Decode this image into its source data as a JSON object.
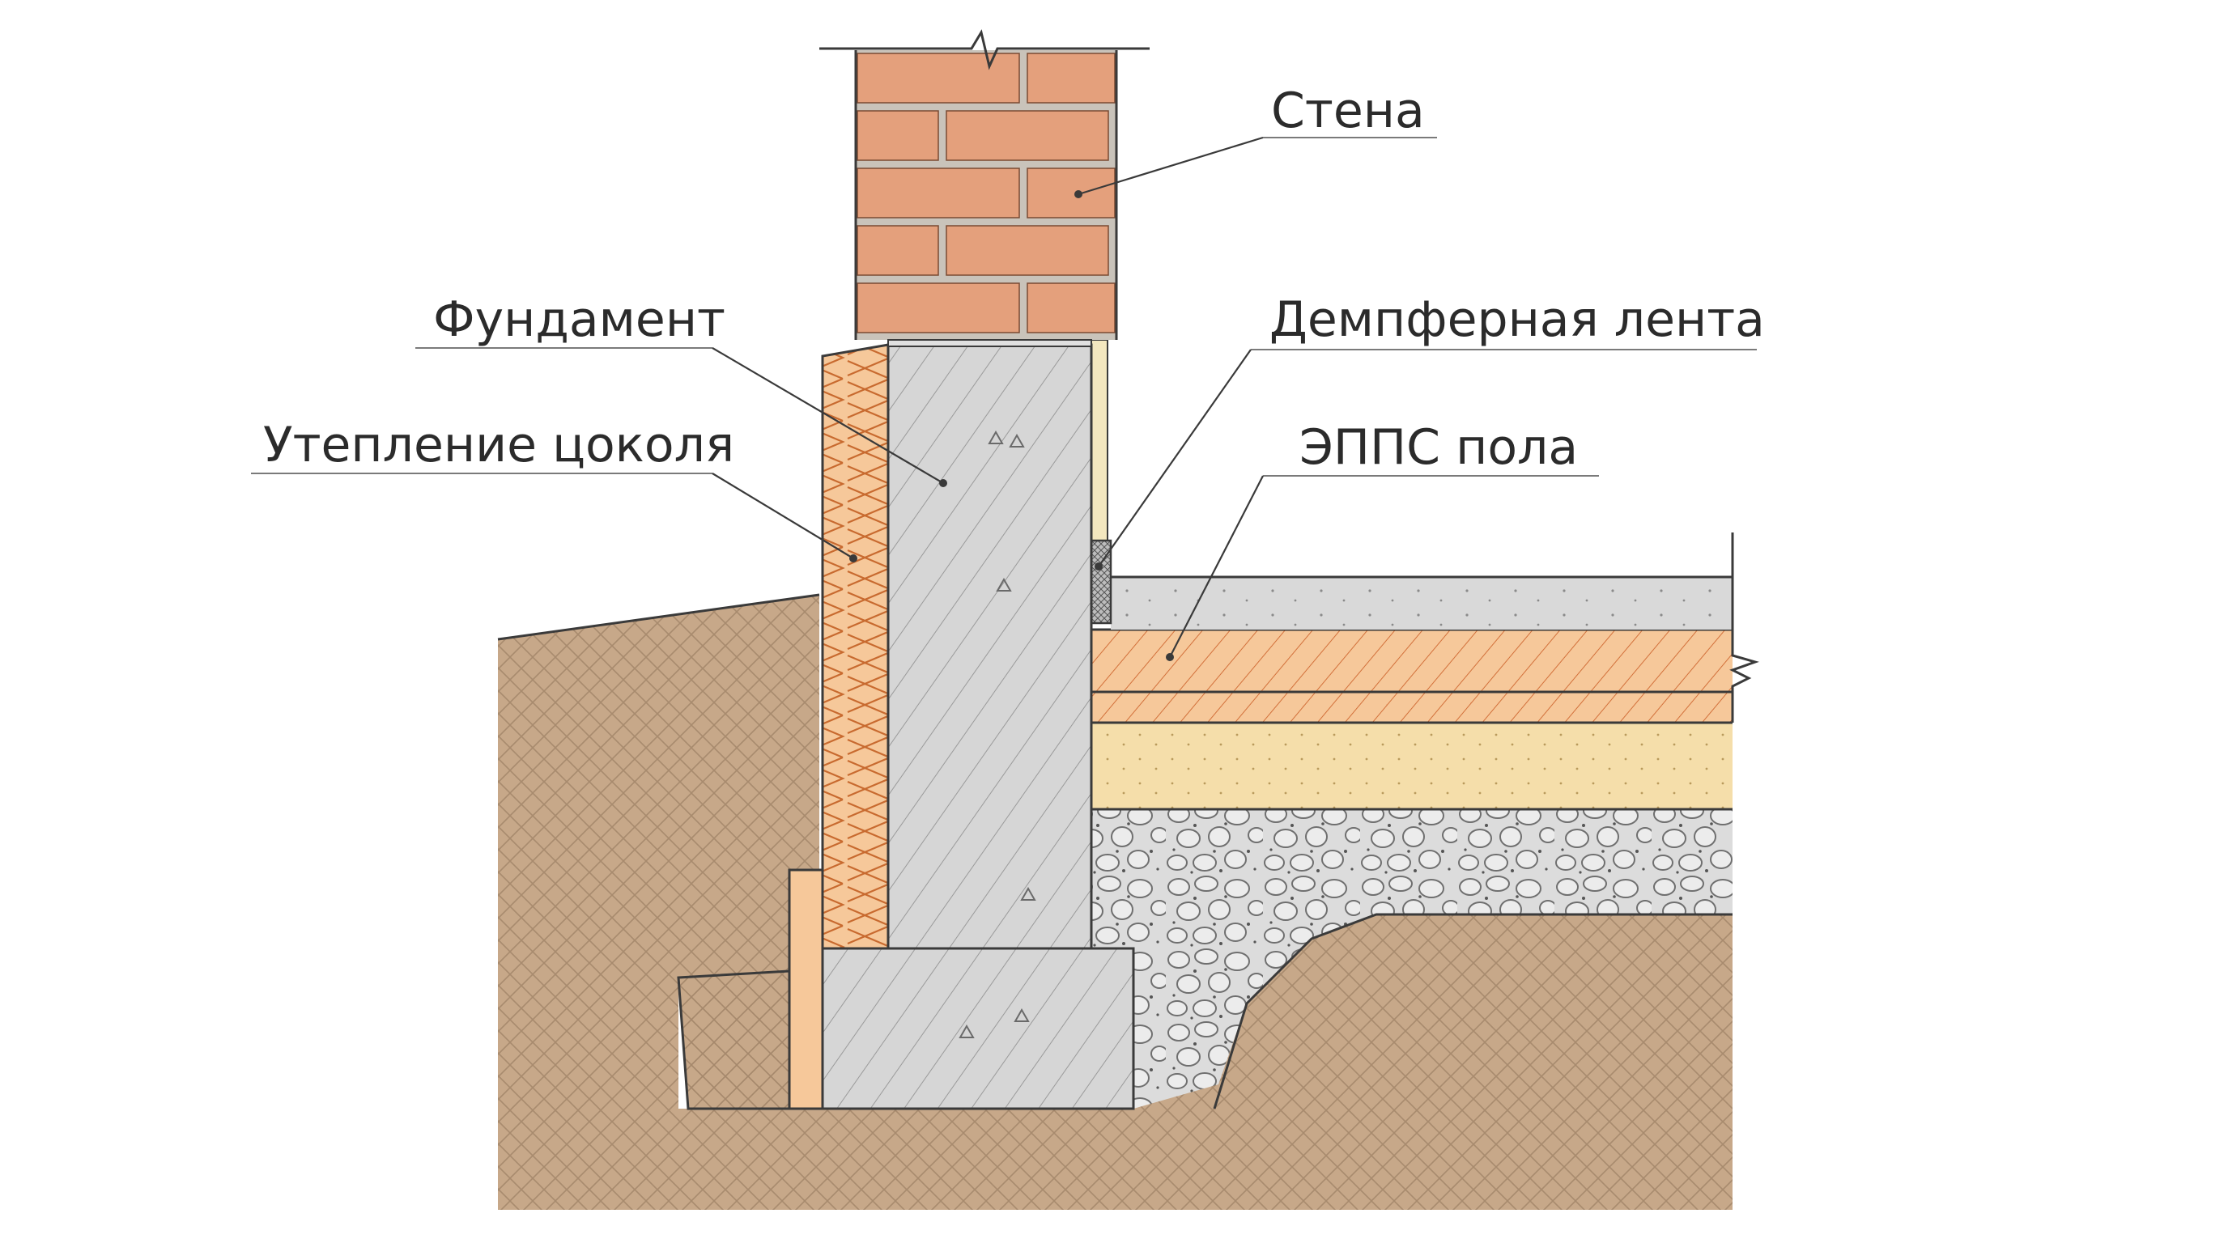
{
  "labels": {
    "wall": "Стена",
    "foundation": "Фундамент",
    "plinth_insulation": "Утепление цоколя",
    "damper_tape": "Демпферная лента",
    "floor_xps": "ЭППС пола"
  },
  "colors": {
    "brick": "#e4a07c",
    "mortar": "#c9c3ba",
    "concrete": "#d6d6d6",
    "insulation": "#f6c89a",
    "soil": "#c7a889",
    "sand": "#f5deaa",
    "gravel_bg": "#dcdcdc",
    "screed": "#d9d9d9",
    "damper": "#f3e7bf",
    "line": "#3a3a3a"
  }
}
